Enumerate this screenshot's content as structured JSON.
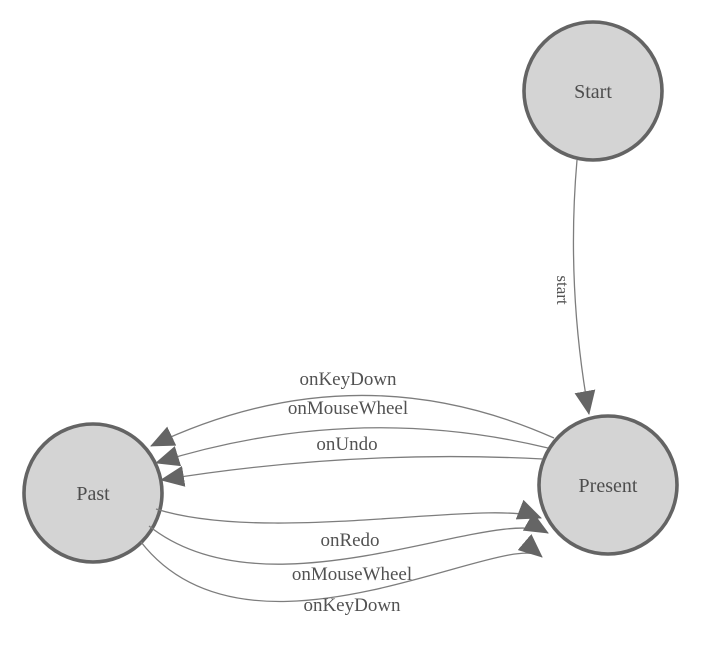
{
  "diagram": {
    "kind": "state-machine",
    "nodes": [
      {
        "id": "start",
        "label": "Start"
      },
      {
        "id": "present",
        "label": "Present"
      },
      {
        "id": "past",
        "label": "Past"
      }
    ],
    "edges": [
      {
        "from": "Start",
        "to": "Present",
        "label": "start"
      },
      {
        "from": "Present",
        "to": "Past",
        "label": "onKeyDown"
      },
      {
        "from": "Present",
        "to": "Past",
        "label": "onMouseWheel"
      },
      {
        "from": "Present",
        "to": "Past",
        "label": "onUndo"
      },
      {
        "from": "Past",
        "to": "Present",
        "label": "onRedo"
      },
      {
        "from": "Past",
        "to": "Present",
        "label": "onMouseWheel"
      },
      {
        "from": "Past",
        "to": "Present",
        "label": "onKeyDown"
      }
    ],
    "colors": {
      "background": "#ffffff",
      "node_fill": "#d4d4d4",
      "node_stroke": "#646464",
      "edge_stroke": "#7d7d7d",
      "arrow_fill": "#656565",
      "node_text": "#4d4d4d",
      "edge_text": "#525252"
    }
  }
}
